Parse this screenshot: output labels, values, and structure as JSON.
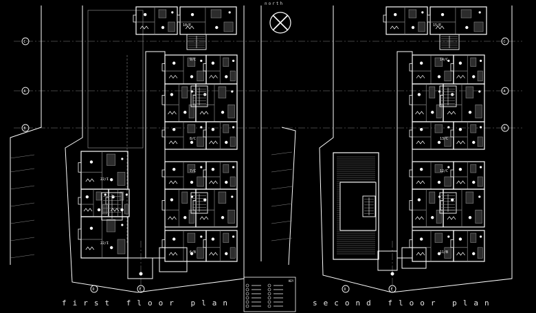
{
  "titles": {
    "first": "first floor plan",
    "second": "second floor plan"
  },
  "north": "north",
  "grid_bubbles": {
    "left": [
      "C",
      "A",
      "B"
    ],
    "right": [
      "C",
      "A",
      "B"
    ],
    "bottom_first": [
      "D",
      "E"
    ],
    "bottom_second": [
      "D",
      "E"
    ]
  },
  "units": {
    "first": [
      "10/E",
      "9/C",
      "8/C",
      "7/C",
      "6/B",
      "22/I",
      "22/I"
    ],
    "second": [
      "15/E",
      "14/C",
      "13/C",
      "12/C",
      "11/B"
    ]
  },
  "key": {
    "title": "KEY"
  },
  "colors": {
    "line": "#ffffff",
    "dim": "#8a8a8a",
    "grid": "#5a5a5a",
    "fill": "#2c2c2c"
  }
}
